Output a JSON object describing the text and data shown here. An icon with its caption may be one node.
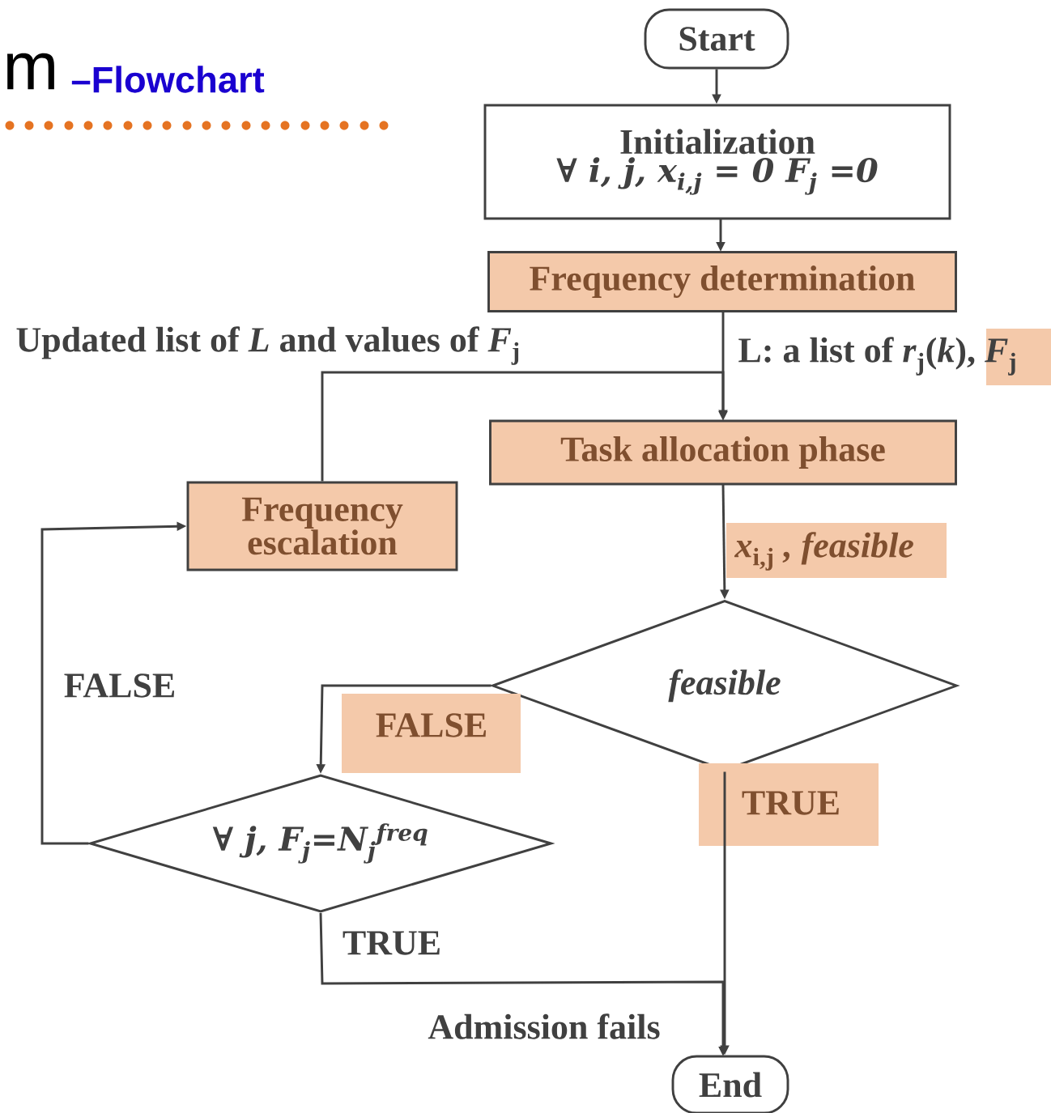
{
  "diagram": {
    "title": "–Flowchart",
    "nodes": [
      {
        "text": [
          "Start"
        ]
      },
      {
        "text": [
          "Initialization",
          "∀ i, j,  x$_{i,j}$ = 0 F$_{j}$ =0"
        ]
      },
      {
        "text": [
          "Frequency determination"
        ]
      },
      {
        "text": [
          "Task allocation phase"
        ]
      },
      {
        "text": [
          "Frequency escalation"
        ]
      },
      {
        "text": [
          "*feasible*"
        ]
      },
      {
        "text": [
          "∀ j, F$_{j}$=N$_{j}$$^{freq}$"
        ]
      },
      {
        "text": [
          "End"
        ]
      }
    ],
    "edges": [
      {
        "from": 0,
        "to": 1,
        "arrow": "to"
      },
      {
        "from": 1,
        "to": 2,
        "arrow": "to"
      },
      {
        "from": 2,
        "to": 3,
        "arrow": "to",
        "label": "L: a list of *r*$_{j}$(*k*), *F*$_{j}$"
      },
      {
        "from": 3,
        "to": 5,
        "arrow": "to",
        "label": "*x*$_{i,j}$ *, feasible*"
      },
      {
        "from": 5,
        "to": 6,
        "arrow": "to",
        "label": "FALSE"
      },
      {
        "from": 5,
        "to": 7,
        "arrow": "to",
        "label": "TRUE"
      },
      {
        "from": 6,
        "to": 4,
        "arrow": "to",
        "label": "FALSE"
      },
      {
        "from": 6,
        "to": 7,
        "arrow": "to",
        "label": "TRUE"
      },
      {
        "from": 4,
        "to": 3,
        "arrow": "to",
        "label": "Updated list of *L* and values of *F*$_{j}$"
      }
    ],
    "labels": [
      "m",
      "Admission fails"
    ]
  }
}
